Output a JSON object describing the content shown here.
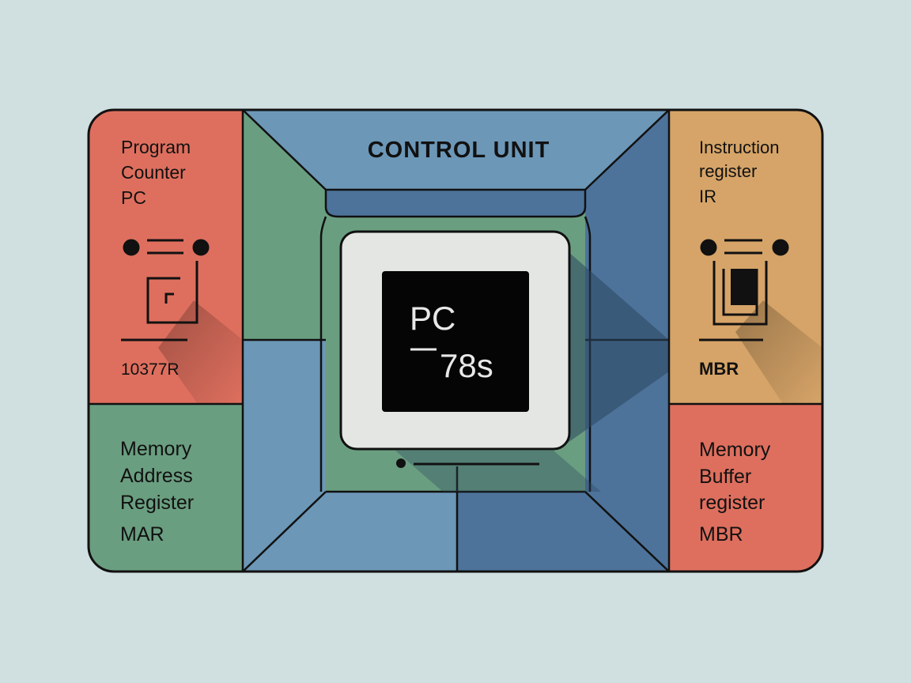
{
  "diagram": {
    "title": "CONTROL UNIT",
    "display": {
      "line1": "PC",
      "line2": "78s"
    },
    "program_counter": {
      "lines": [
        "Program",
        "Counter",
        "PC"
      ],
      "value": "10377R",
      "color": "#de6f5e"
    },
    "mar": {
      "lines": [
        "Memory",
        "Address",
        "Register",
        "MAR"
      ],
      "color": "#6a9e80"
    },
    "instruction_register": {
      "lines": [
        "Instruction",
        "register",
        "IR"
      ],
      "value": "MBR",
      "color": "#d6a468"
    },
    "mbr": {
      "lines": [
        "Memory",
        "Buffer",
        "register",
        "MBR"
      ],
      "color": "#de6f5e"
    },
    "colors": {
      "background": "#d0dfe0",
      "blue_light": "#6c97b7",
      "blue_dark": "#4d739a",
      "green": "#6a9e80",
      "screen": "#050505",
      "chip": "#e4e6e3"
    }
  }
}
